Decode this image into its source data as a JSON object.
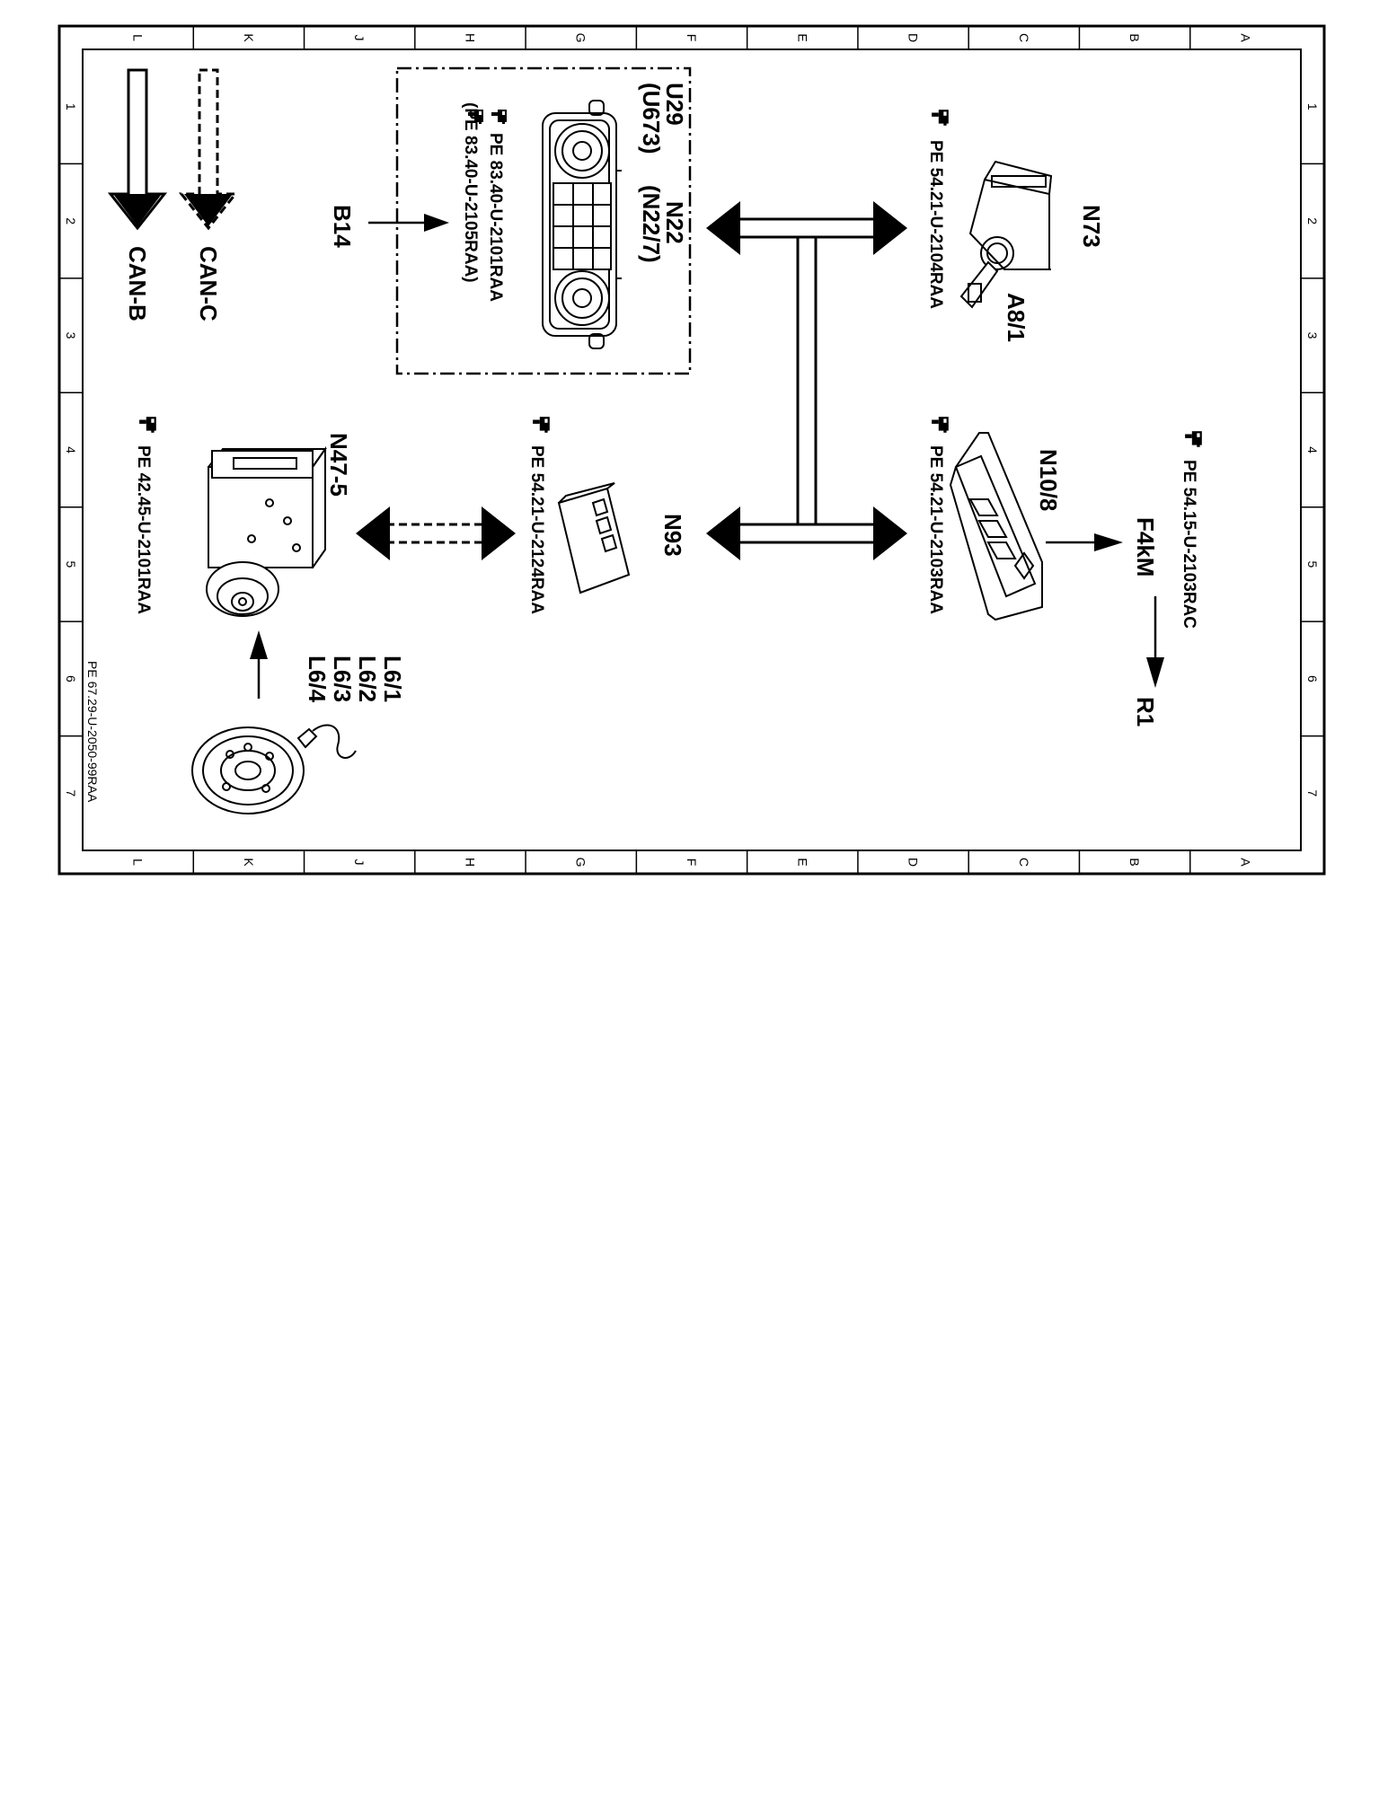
{
  "grid": {
    "columns": [
      "L",
      "K",
      "J",
      "H",
      "G",
      "F",
      "E",
      "D",
      "C",
      "B",
      "A"
    ],
    "rows": [
      "1",
      "2",
      "3",
      "4",
      "5",
      "6",
      "7"
    ]
  },
  "legend": {
    "can_c": "CAN-C",
    "can_b": "CAN-B"
  },
  "components": {
    "u29": {
      "code": "U29",
      "alt": "(U673)"
    },
    "n22": {
      "code": "N22",
      "alt": "(N22/7)",
      "ref1": "PE 83.40-U-2101RAA",
      "ref2": "(PE 83.40-U-2105RAA)"
    },
    "b14": {
      "code": "B14"
    },
    "n73": {
      "code": "N73",
      "ref": "PE 54.21-U-2104RAA"
    },
    "a8_1": {
      "code": "A8/1"
    },
    "n10_8": {
      "code": "N10/8",
      "ref": "PE 54.21-U-2103RAA"
    },
    "f4km": {
      "code": "F4kM",
      "ref": "PE 54.15-U-2103RAC"
    },
    "r1": {
      "code": "R1"
    },
    "n93": {
      "code": "N93",
      "ref": "PE 54.21-U-2124RAA"
    },
    "n47_5": {
      "code": "N47-5",
      "ref": "PE 42.45-U-2101RAA"
    },
    "l6": {
      "l6_1": "L6/1",
      "l6_2": "L6/2",
      "l6_3": "L6/3",
      "l6_4": "L6/4"
    }
  },
  "doc_ref": "PE 67.29-U-2050-99RAA"
}
